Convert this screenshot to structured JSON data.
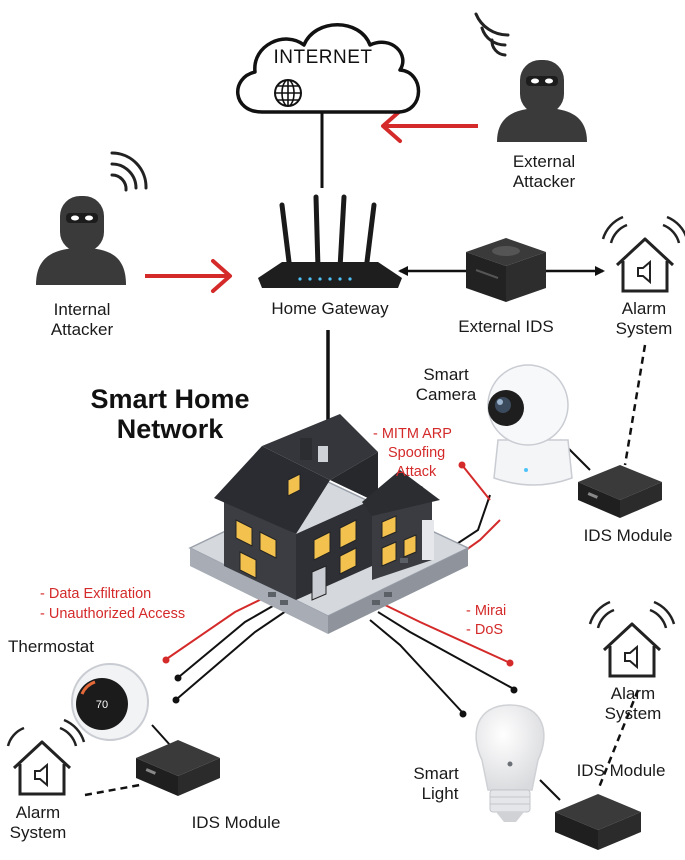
{
  "title": {
    "line1": "Smart Home",
    "line2": "Network"
  },
  "internet": {
    "label": "INTERNET"
  },
  "gateway": {
    "label": "Home Gateway"
  },
  "external_ids": {
    "label": "External IDS"
  },
  "external_attacker": {
    "line1": "External",
    "line2": "Attacker"
  },
  "internal_attacker": {
    "line1": "Internal",
    "line2": "Attacker"
  },
  "alarm_top": {
    "line1": "Alarm",
    "line2": "System"
  },
  "alarm_mid": {
    "line1": "Alarm",
    "line2": "System"
  },
  "alarm_left": {
    "line1": "Alarm",
    "line2": "System"
  },
  "camera": {
    "line1": "Smart",
    "line2": "Camera"
  },
  "ids_module_right": {
    "label": "IDS Module"
  },
  "ids_module_bottom_right": {
    "label": "IDS Module"
  },
  "ids_module_left": {
    "label": "IDS Module"
  },
  "thermostat": {
    "label": "Thermostat",
    "value": "70"
  },
  "light": {
    "line1": "Smart",
    "line2": "Light"
  },
  "attacks": {
    "mitm": [
      "- MITM ARP",
      "Spoofing",
      "Attack"
    ],
    "exfil": [
      "- Data Exfiltration",
      "- Unauthorized Access"
    ],
    "mirai": [
      "- Mirai",
      "- DoS"
    ]
  },
  "colors": {
    "attack_red": "#d42a2a",
    "device_dark": "#2b2b2b",
    "house_wall": "#3d3f44",
    "window_glow": "#f2c14e"
  }
}
